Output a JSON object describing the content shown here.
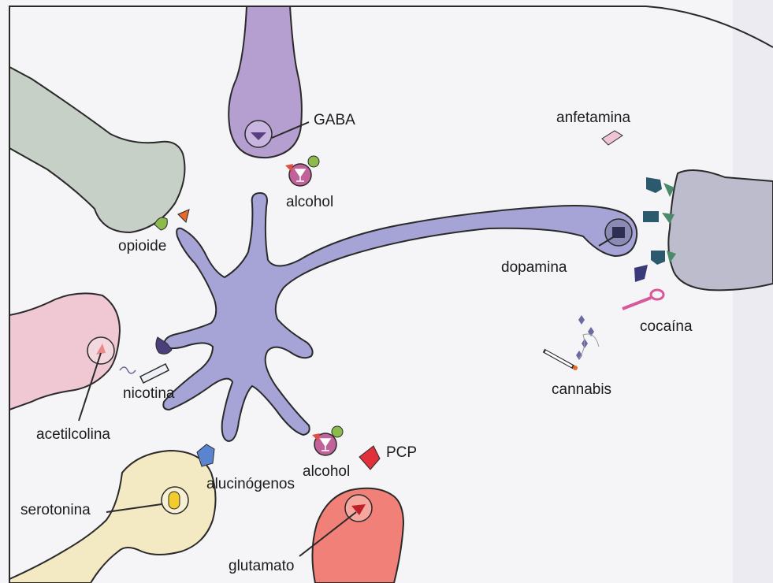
{
  "figure": {
    "labels": {
      "gaba": "GABA",
      "alcohol_top": "alcohol",
      "opioide": "opioide",
      "anfetamina": "anfetamina",
      "dopamina": "dopamina",
      "cocaina": "cocaína",
      "cannabis": "cannabis",
      "nicotina": "nicotina",
      "acetilcolina": "acetilcolina",
      "alucinogenos": "alucinógenos",
      "alcohol_bottom": "alcohol",
      "pcp": "PCP",
      "serotonina": "serotonina",
      "glutamato": "glutamato"
    },
    "colors": {
      "central_neuron": "#a6a4d6",
      "gaba_neuron": "#b59fd0",
      "gray_green_neuron": "#c6d0c6",
      "dopamine_target_neuron": "#bcbccc",
      "acetylcholine_neuron": "#f0c8d4",
      "serotonin_neuron": "#f3e9c2",
      "glutamate_neuron": "#f08078",
      "alcohol": "#c2629a",
      "opioid": "#8cba4c",
      "amphetamine": "#f0c4d4",
      "dopamine_receptor": "#2a5a6c",
      "cocaine": "#d8589a",
      "hallucinogen": "#5a84d0",
      "pcp": "#e0303a",
      "serotonin": "#f2cc2c"
    }
  }
}
